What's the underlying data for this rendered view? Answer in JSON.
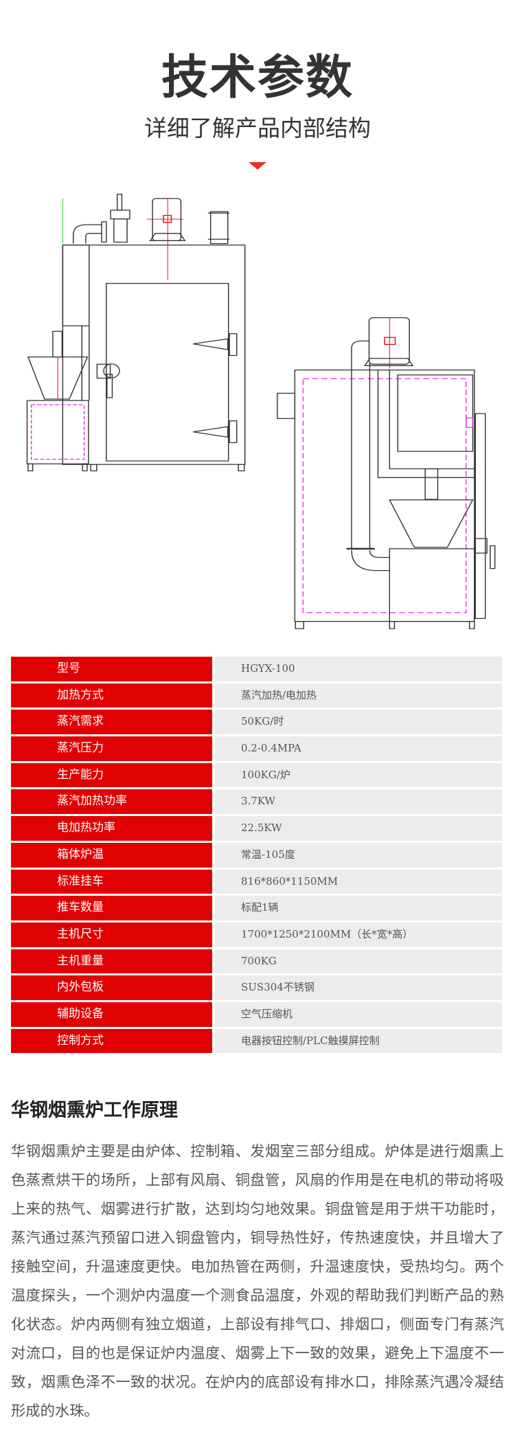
{
  "header": {
    "title": "技术参数",
    "subtitle": "详细了解产品内部结构",
    "accent_color": "#e8321e",
    "arrow_icon": "triangle-down-icon"
  },
  "drawing": {
    "description_icon": "smokehouse-technical-drawing"
  },
  "specs": {
    "label_bg": "#e00202",
    "rows": [
      {
        "label": "型号",
        "value": "HGYX-100"
      },
      {
        "label": "加热方式",
        "value": "蒸汽加热/电加热"
      },
      {
        "label": "蒸汽需求",
        "value": "50KG/时"
      },
      {
        "label": "蒸汽压力",
        "value": "0.2-0.4MPA"
      },
      {
        "label": "生产能力",
        "value": "100KG/炉"
      },
      {
        "label": "蒸汽加热功率",
        "value": "3.7KW"
      },
      {
        "label": "电加热功率",
        "value": "22.5KW"
      },
      {
        "label": "箱体炉温",
        "value": "常温-105度"
      },
      {
        "label": "标准挂车",
        "value": "816*860*1150MM"
      },
      {
        "label": "推车数量",
        "value": "标配1辆"
      },
      {
        "label": "主机尺寸",
        "value": "1700*1250*2100MM（长*宽*高）"
      },
      {
        "label": "主机重量",
        "value": "700KG"
      },
      {
        "label": "内外包板",
        "value": "SUS304不锈钢"
      },
      {
        "label": "辅助设备",
        "value": "空气压缩机"
      },
      {
        "label": "控制方式",
        "value": "电器按钮控制/PLC触摸屏控制"
      }
    ]
  },
  "principle": {
    "heading": "华钢烟熏炉工作原理",
    "body": "华钢烟熏炉主要是由炉体、控制箱、发烟室三部分组成。炉体是进行烟熏上色蒸煮烘干的场所，上部有风扇、铜盘管，风扇的作用是在电机的带动将吸上来的热气、烟雾进行扩散，达到均匀地效果。铜盘管是用于烘干功能时，蒸汽通过蒸汽预留口进入铜盘管内，铜导热性好，传热速度快，并且增大了接触空间，升温速度更快。电加热管在两侧，升温速度快，受热均匀。两个温度探头，一个测炉内温度一个测食品温度，外观的帮助我们判断产品的熟化状态。炉内两侧有独立烟道，上部设有排气口、排烟口，侧面专门有蒸汽对流口，目的也是保证炉内温度、烟雾上下一致的效果，避免上下温度不一致，烟熏色泽不一致的状况。在炉内的底部设有排水口，排除蒸汽遇冷凝结形成的水珠。"
  }
}
